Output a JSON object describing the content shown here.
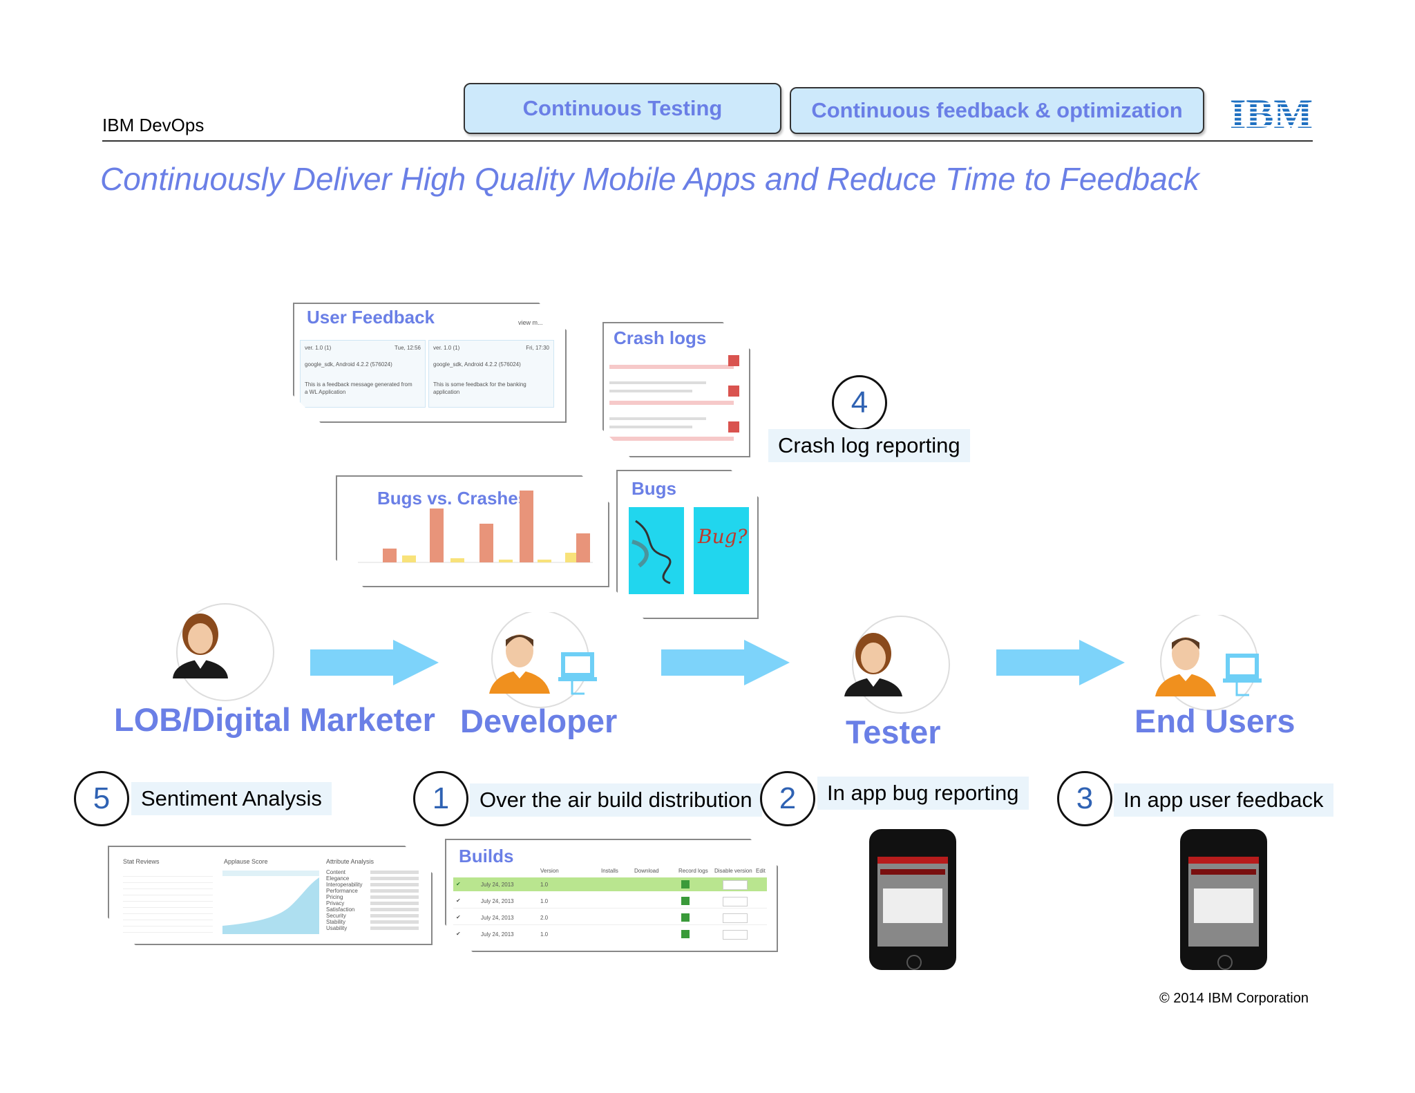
{
  "header": {
    "brand_label": "IBM DevOps",
    "pill_testing": "Continuous Testing",
    "pill_feedback": "Continuous feedback & optimization",
    "logo_text": "IBM",
    "subtitle": "Continuously Deliver High Quality Mobile Apps and Reduce Time to Feedback"
  },
  "cards": {
    "user_feedback": {
      "title": "User Feedback",
      "view_more": "view m...",
      "entries": [
        {
          "version": "ver. 1.0 (1)",
          "time": "Tue, 12:56",
          "device": "google_sdk, Android 4.2.2 (576024)",
          "message": "This is a feedback message generated from a WL Application"
        },
        {
          "version": "ver. 1.0 (1)",
          "time": "Fri, 17:30",
          "device": "google_sdk, Android 4.2.2 (576024)",
          "message": "This is some feedback for the banking application"
        }
      ]
    },
    "crash_logs": {
      "title": "Crash logs"
    },
    "bugs_vs_crashes": {
      "title": "Bugs vs. Crashes"
    },
    "bugs": {
      "title": "Bugs",
      "bug_text": "Bug?"
    },
    "sentiment": {
      "col_stat": "Stat Reviews",
      "col_applause": "Applause Score",
      "col_attribute": "Attribute Analysis",
      "attributes": [
        "Content",
        "Elegance",
        "Interoperability",
        "Performance",
        "Pricing",
        "Privacy",
        "Satisfaction",
        "Security",
        "Stability",
        "Usability"
      ]
    },
    "builds": {
      "title": "Builds",
      "headers": [
        "Version",
        "Installs",
        "Download",
        "Record logs",
        "Disable version",
        "Edit"
      ],
      "rows": [
        {
          "date": "July 24, 2013",
          "version": "1.0"
        },
        {
          "date": "July 24, 2013",
          "version": "1.0"
        },
        {
          "date": "July 24, 2013",
          "version": "2.0"
        },
        {
          "date": "July 24, 2013",
          "version": "1.0"
        }
      ]
    }
  },
  "roles": {
    "marketer": "LOB/Digital Marketer",
    "developer": "Developer",
    "tester": "Tester",
    "end_users": "End Users"
  },
  "steps": [
    {
      "num": "5",
      "label": "Sentiment Analysis"
    },
    {
      "num": "1",
      "label": "Over the air build distribution"
    },
    {
      "num": "2",
      "label": "In app bug reporting"
    },
    {
      "num": "3",
      "label": "In app user feedback"
    },
    {
      "num": "4",
      "label": "Crash log reporting"
    }
  ],
  "footer": {
    "copyright": "© 2014 IBM Corporation"
  },
  "colors": {
    "accent": "#6a7fe6",
    "pill_bg": "#cde9fb",
    "arrow": "#7dd3fa",
    "bar": "#e8947a",
    "bar_small": "#f8e27a"
  }
}
